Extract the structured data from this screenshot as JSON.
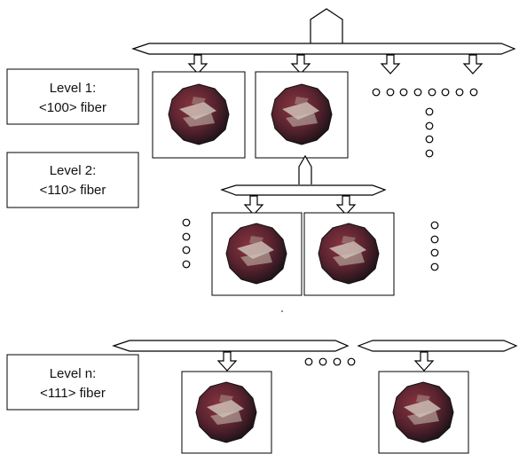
{
  "levels": [
    {
      "title": "Level 1:",
      "fiber": "<100> fiber"
    },
    {
      "title": "Level 2:",
      "fiber": "<110> fiber"
    },
    {
      "title": "Level n:",
      "fiber": "<111> fiber"
    }
  ],
  "colors": {
    "stroke": "#000000",
    "background": "#ffffff",
    "sphere_dark": "#2a1a22",
    "sphere_mid": "#7a2b34",
    "highlight": "#d8d2c6"
  }
}
